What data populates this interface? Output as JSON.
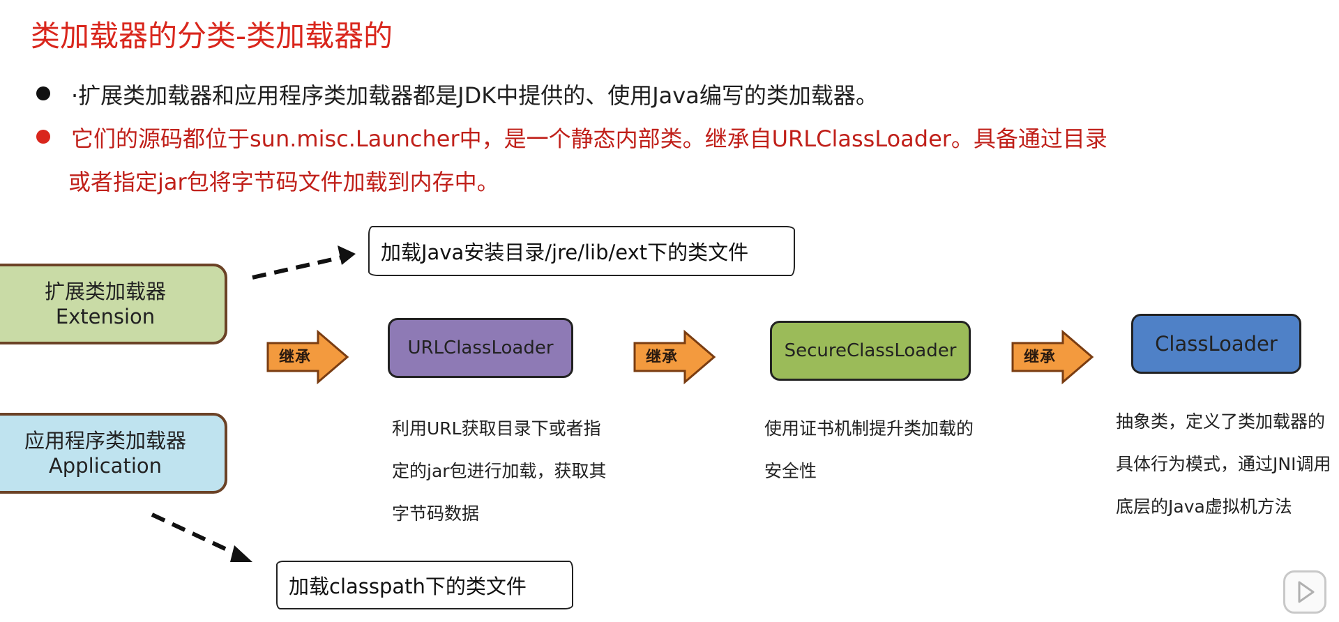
{
  "title": "类加载器的分类-类加载器的",
  "bullets": [
    {
      "text": "·扩展类加载器和应用程序类加载器都是JDK中提供的、使用Java编写的类加载器。"
    },
    {
      "line1": "它们的源码都位于sun.misc.Launcher中，是一个静态内部类。继承自URLClassLoader。具备通过目录",
      "line2": "或者指定jar包将字节码文件加载到内存中。"
    }
  ],
  "diagram": {
    "extension": {
      "name": "扩展类加载器",
      "en": "Extension"
    },
    "application": {
      "name": "应用程序类加载器",
      "en": "Application"
    },
    "ext_note": "加载Java安装目录/jre/lib/ext下的类文件",
    "app_note": "加载classpath下的类文件",
    "inherit_label": "继承",
    "url_loader": {
      "name": "URLClassLoader",
      "desc": "利用URL获取目录下或者指定的jar包进行加载，获取其字节码数据"
    },
    "secure_loader": {
      "name": "SecureClassLoader",
      "desc": "使用证书机制提升类加载的安全性"
    },
    "class_loader": {
      "name": "ClassLoader",
      "desc": "抽象类，定义了类加载器的具体行为模式，通过JNI调用底层的Java虚拟机方法"
    }
  },
  "colors": {
    "title": "#d9261c",
    "extension_fill": "#c9dba6",
    "application_fill": "#bfe3ef",
    "url_fill": "#8e7ab5",
    "secure_fill": "#9bbb59",
    "classloader_fill": "#4f81c7",
    "arrow_fill": "#f39a3e"
  }
}
